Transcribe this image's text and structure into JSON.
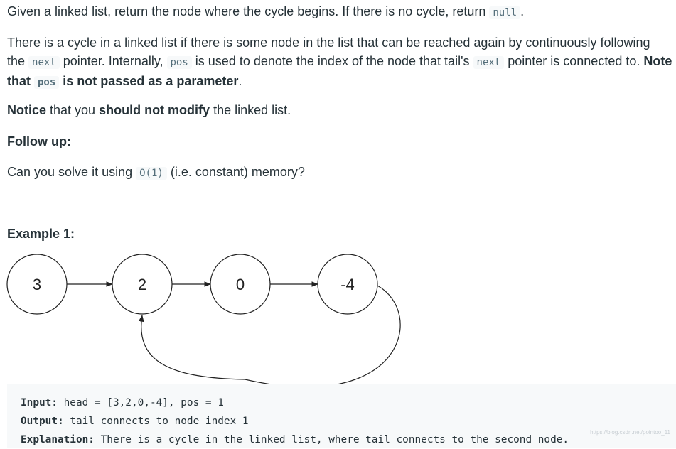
{
  "p1": {
    "a": "Given a linked list, return the node where the cycle begins. If there is no cycle, return ",
    "code": "null",
    "b": "."
  },
  "p2": {
    "line1": "There is a cycle in a linked list if there is some node in the list that can be reached again by continuously following",
    "l2a": "the ",
    "code1": "next",
    "l2b": " pointer. Internally, ",
    "code2": "pos",
    "l2c": " is used to denote the index of the node that tail's ",
    "code3": "next",
    "l2d": " pointer is connected to. ",
    "note": "Note",
    "l3a": "that ",
    "code4": "pos",
    "l3b": " is not passed as a parameter",
    "l3c": "."
  },
  "p3": {
    "a": "Notice",
    "b": " that you ",
    "c": "should not modify",
    "d": " the linked list."
  },
  "followup": "Follow up:",
  "p4": {
    "a": "Can you solve it using ",
    "code": "O(1)",
    "b": " (i.e. constant) memory?"
  },
  "example_title": "Example 1:",
  "diagram": {
    "nodes": [
      "3",
      "2",
      "0",
      "-4"
    ],
    "edges": [
      [
        0,
        1
      ],
      [
        1,
        2
      ],
      [
        2,
        3
      ]
    ],
    "cycle": {
      "from": 3,
      "to": 1
    }
  },
  "code_example": {
    "input_label": "Input:",
    "input_value": " head = [3,2,0,-4], pos = 1",
    "output_label": "Output:",
    "output_value": " tail connects to node index 1",
    "explanation_label": "Explanation:",
    "explanation_value": " There is a cycle in the linked list, where tail connects to the second node.",
    "watermark": "https://blog.csdn.net/pointoo_11"
  }
}
